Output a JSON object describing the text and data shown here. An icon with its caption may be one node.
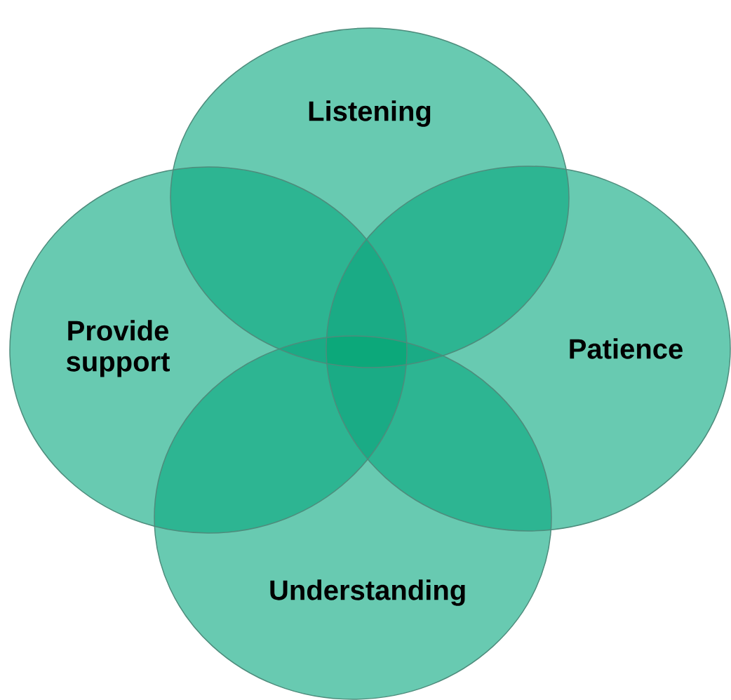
{
  "diagram": {
    "nodes": [
      {
        "text": [
          "Listening"
        ]
      },
      {
        "text": [
          "Provide support"
        ]
      },
      {
        "text": [
          "Patience"
        ]
      },
      {
        "text": [
          "Understanding"
        ]
      }
    ]
  }
}
